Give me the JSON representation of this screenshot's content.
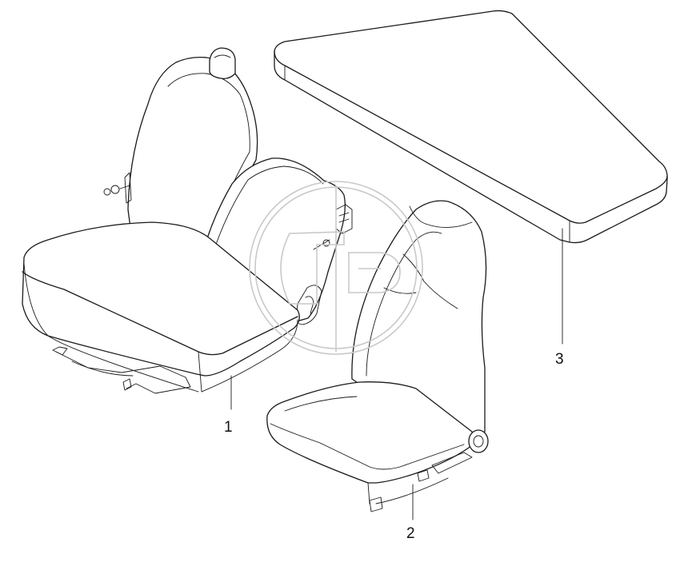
{
  "diagram": {
    "parts": [
      {
        "id": "bench-seat",
        "label": "1"
      },
      {
        "id": "bucket-seat",
        "label": "2"
      },
      {
        "id": "seat-cushion-pad",
        "label": "3"
      }
    ]
  },
  "colors": {
    "line": "#1a1a1a",
    "watermark": "#c9c9c9",
    "background": "#ffffff"
  },
  "icons": {
    "watermark": "circle-logo-watermark"
  }
}
